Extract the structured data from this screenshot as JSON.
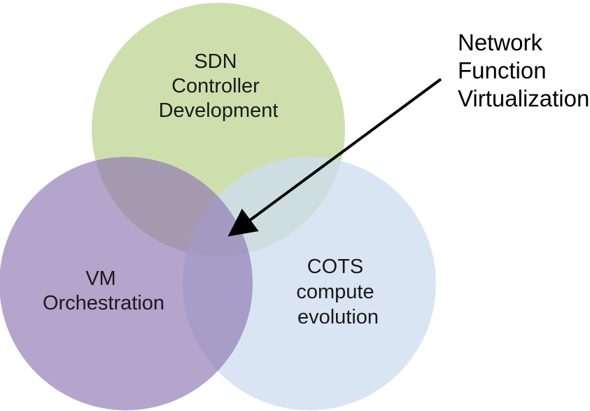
{
  "diagram": {
    "circles": {
      "sdn": {
        "lines": [
          "SDN",
          "Controller",
          "Development"
        ],
        "color": "#c6d9a0"
      },
      "vm": {
        "lines": [
          "VM",
          "Orchestration"
        ],
        "color": "#a48fc0"
      },
      "cots": {
        "lines": [
          "COTS",
          "compute",
          "evolution"
        ],
        "color": "#cddcf0"
      }
    },
    "callout": {
      "lines": [
        "Network",
        "Function",
        "Virtualization"
      ],
      "arrow_color": "#000000"
    }
  }
}
